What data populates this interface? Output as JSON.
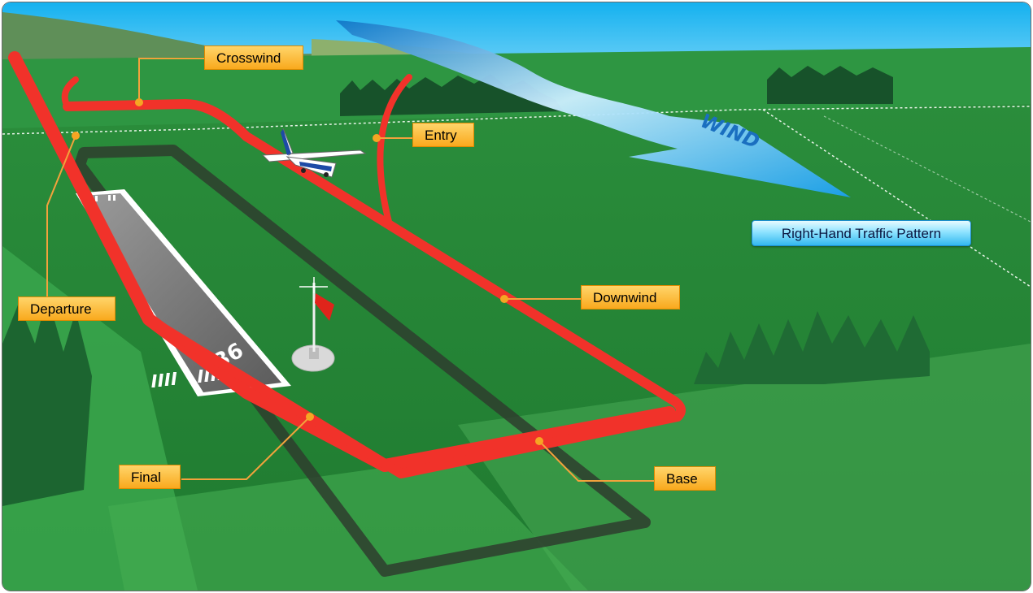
{
  "title_tag": "Right-Hand Traffic Pattern",
  "callouts": {
    "crosswind": "Crosswind",
    "entry": "Entry",
    "departure": "Departure",
    "downwind": "Downwind",
    "final": "Final",
    "base": "Base"
  },
  "runway_number": "36",
  "wind_label": "WIND",
  "colors": {
    "pattern": "#f1322a",
    "callout_fill": "#fbb938",
    "leader": "#f2a23c",
    "wind": "#1e9be8",
    "sky": "#19b7f2"
  }
}
